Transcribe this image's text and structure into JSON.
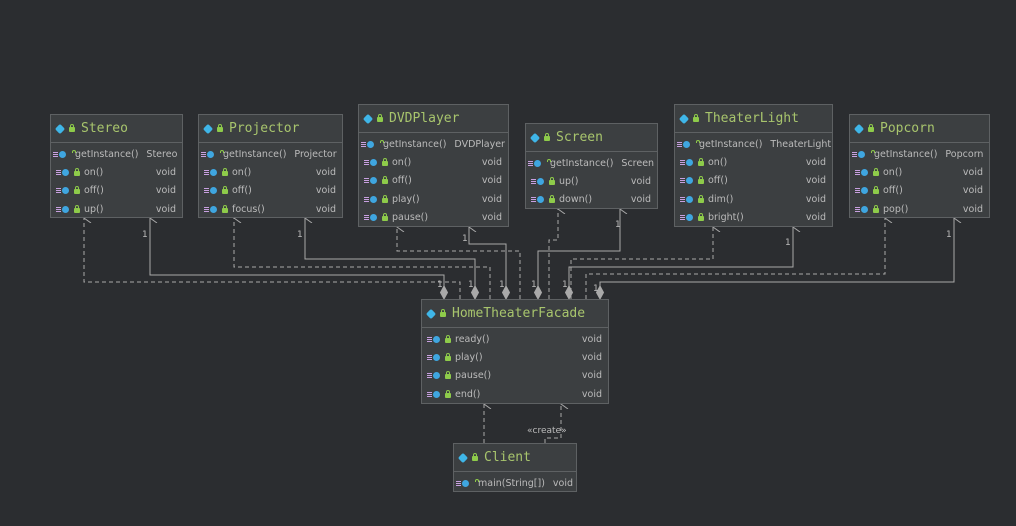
{
  "classes": {
    "stereo": {
      "name": "Stereo",
      "methods": [
        {
          "name": "getInstance()",
          "type": "Stereo"
        },
        {
          "name": "on()",
          "type": "void"
        },
        {
          "name": "off()",
          "type": "void"
        },
        {
          "name": "up()",
          "type": "void"
        }
      ]
    },
    "projector": {
      "name": "Projector",
      "methods": [
        {
          "name": "getInstance()",
          "type": "Projector"
        },
        {
          "name": "on()",
          "type": "void"
        },
        {
          "name": "off()",
          "type": "void"
        },
        {
          "name": "focus()",
          "type": "void"
        }
      ]
    },
    "dvdplayer": {
      "name": "DVDPlayer",
      "methods": [
        {
          "name": "getInstance()",
          "type": "DVDPlayer"
        },
        {
          "name": "on()",
          "type": "void"
        },
        {
          "name": "off()",
          "type": "void"
        },
        {
          "name": "play()",
          "type": "void"
        },
        {
          "name": "pause()",
          "type": "void"
        }
      ]
    },
    "screen": {
      "name": "Screen",
      "methods": [
        {
          "name": "getInstance()",
          "type": "Screen"
        },
        {
          "name": "up()",
          "type": "void"
        },
        {
          "name": "down()",
          "type": "void"
        }
      ]
    },
    "theaterlight": {
      "name": "TheaterLight",
      "methods": [
        {
          "name": "getInstance()",
          "type": "TheaterLight"
        },
        {
          "name": "on()",
          "type": "void"
        },
        {
          "name": "off()",
          "type": "void"
        },
        {
          "name": "dim()",
          "type": "void"
        },
        {
          "name": "bright()",
          "type": "void"
        }
      ]
    },
    "popcorn": {
      "name": "Popcorn",
      "methods": [
        {
          "name": "getInstance()",
          "type": "Popcorn"
        },
        {
          "name": "on()",
          "type": "void"
        },
        {
          "name": "off()",
          "type": "void"
        },
        {
          "name": "pop()",
          "type": "void"
        }
      ]
    },
    "facade": {
      "name": "HomeTheaterFacade",
      "methods": [
        {
          "name": "ready()",
          "type": "void"
        },
        {
          "name": "play()",
          "type": "void"
        },
        {
          "name": "pause()",
          "type": "void"
        },
        {
          "name": "end()",
          "type": "void"
        }
      ]
    },
    "client": {
      "name": "Client",
      "methods": [
        {
          "name": "main(String[])",
          "type": "void"
        }
      ]
    }
  },
  "labels": {
    "multiplicity": "1",
    "create": "«create»"
  },
  "colors": {
    "background": "#2b2d30",
    "class_name": "#a8c56d",
    "edge": "#a9a9a9"
  }
}
